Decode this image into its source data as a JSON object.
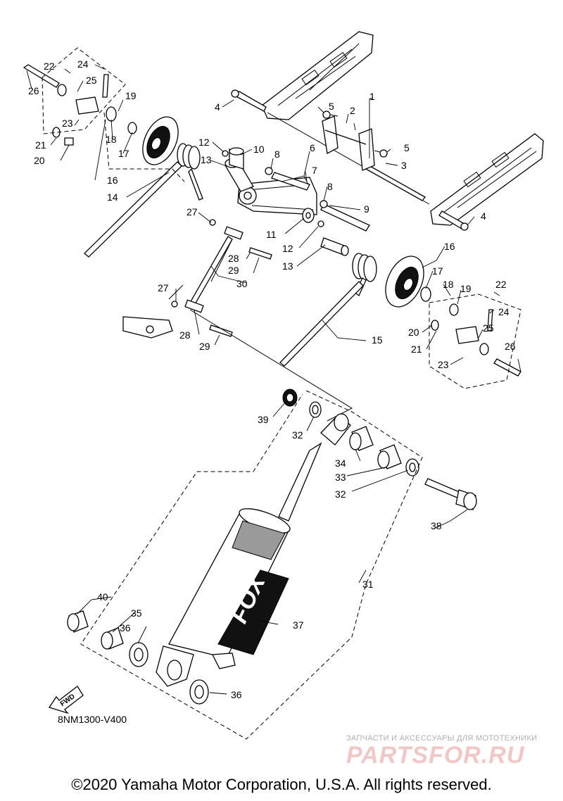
{
  "diagram": {
    "code": "8NM1300-V400",
    "fwd_label": "FWD",
    "shock_brand_mark": "FOX",
    "callouts": {
      "c1": "1",
      "c2": "2",
      "c3": "3",
      "c4a": "4",
      "c4b": "4",
      "c5a": "5",
      "c5b": "5",
      "c6": "6",
      "c7": "7",
      "c8a": "8",
      "c8b": "8",
      "c9": "9",
      "c10": "10",
      "c11": "11",
      "c12a": "12",
      "c12b": "12",
      "c13a": "13",
      "c13b": "13",
      "c14": "14",
      "c15": "15",
      "c16a": "16",
      "c16b": "16",
      "c17a": "17",
      "c17b": "17",
      "c18a": "18",
      "c18b": "18",
      "c19a": "19",
      "c19b": "19",
      "c20a": "20",
      "c20b": "20",
      "c21a": "21",
      "c21b": "21",
      "c22a": "22",
      "c22b": "22",
      "c23a": "23",
      "c23b": "23",
      "c24a": "24",
      "c24b": "24",
      "c25a": "25",
      "c25b": "25",
      "c26a": "26",
      "c26b": "26",
      "c27a": "27",
      "c27b": "27",
      "c28a": "28",
      "c28b": "28",
      "c29a": "29",
      "c29b": "29",
      "c30": "30",
      "c31": "31",
      "c32a": "32",
      "c32b": "32",
      "c33": "33",
      "c34": "34",
      "c35": "35",
      "c36a": "36",
      "c36b": "36",
      "c37": "37",
      "c38": "38",
      "c39": "39",
      "c40": "40"
    }
  },
  "watermark": {
    "tagline": "ЗАПЧАСТИ И АКСЕССУАРЫ ДЛЯ МОТОТЕХНИКИ",
    "logo": "PARTSFOR.RU"
  },
  "footer": {
    "copyright": "©2020 Yamaha Motor Corporation, U.S.A. All rights reserved."
  }
}
